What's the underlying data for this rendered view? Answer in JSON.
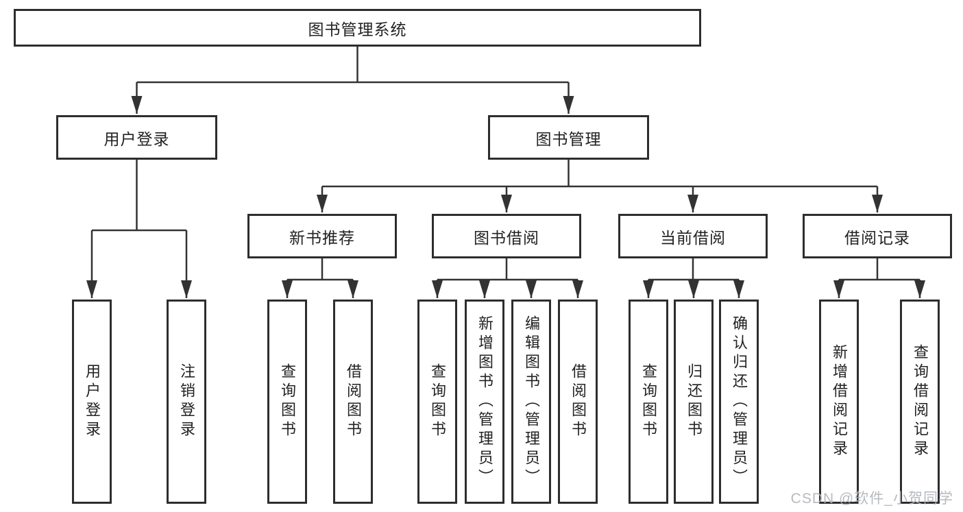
{
  "diagram": {
    "title": "图书管理系统",
    "type": "tree-structure-chart",
    "watermark": "CSDN @软件_小贺同学",
    "colors": {
      "line": "#333333",
      "box_border": "#2d2d2d",
      "box_fill": "#ffffff",
      "text": "#222222",
      "watermark": "#b0b4ba",
      "background": "#ffffff"
    },
    "nodes": {
      "root": {
        "label": "图书管理系统"
      },
      "user_login": {
        "label": "用户登录"
      },
      "book_mgmt": {
        "label": "图书管理"
      },
      "leaf_user_login": {
        "label": "用户登录"
      },
      "leaf_logout": {
        "label": "注销登录"
      },
      "new_book_rec": {
        "label": "新书推荐"
      },
      "book_borrow": {
        "label": "图书借阅"
      },
      "current_borrow": {
        "label": "当前借阅"
      },
      "borrow_records": {
        "label": "借阅记录"
      },
      "nbr_query_books": {
        "label": "查询图书"
      },
      "nbr_borrow_books": {
        "label": "借阅图书"
      },
      "bb_query_books": {
        "label": "查询图书"
      },
      "bb_add_books": {
        "label": "新增图书（管理员）"
      },
      "bb_edit_books": {
        "label": "编辑图书（管理员）"
      },
      "bb_borrow_books": {
        "label": "借阅图书"
      },
      "cb_query_books": {
        "label": "查询图书"
      },
      "cb_return_books": {
        "label": "归还图书"
      },
      "cb_confirm_return": {
        "label": "确认归还（管理员）"
      },
      "br_add_record": {
        "label": "新增借阅记录"
      },
      "br_query_record": {
        "label": "查询借阅记录"
      }
    },
    "hierarchy": [
      {
        "parent": "图书管理系统",
        "children": [
          "用户登录",
          "图书管理"
        ]
      },
      {
        "parent": "用户登录",
        "children": [
          "用户登录",
          "注销登录"
        ]
      },
      {
        "parent": "图书管理",
        "children": [
          "新书推荐",
          "图书借阅",
          "当前借阅",
          "借阅记录"
        ]
      },
      {
        "parent": "新书推荐",
        "children": [
          "查询图书",
          "借阅图书"
        ]
      },
      {
        "parent": "图书借阅",
        "children": [
          "查询图书",
          "新增图书（管理员）",
          "编辑图书（管理员）",
          "借阅图书"
        ]
      },
      {
        "parent": "当前借阅",
        "children": [
          "查询图书",
          "归还图书",
          "确认归还（管理员）"
        ]
      },
      {
        "parent": "借阅记录",
        "children": [
          "新增借阅记录",
          "查询借阅记录"
        ]
      }
    ]
  }
}
